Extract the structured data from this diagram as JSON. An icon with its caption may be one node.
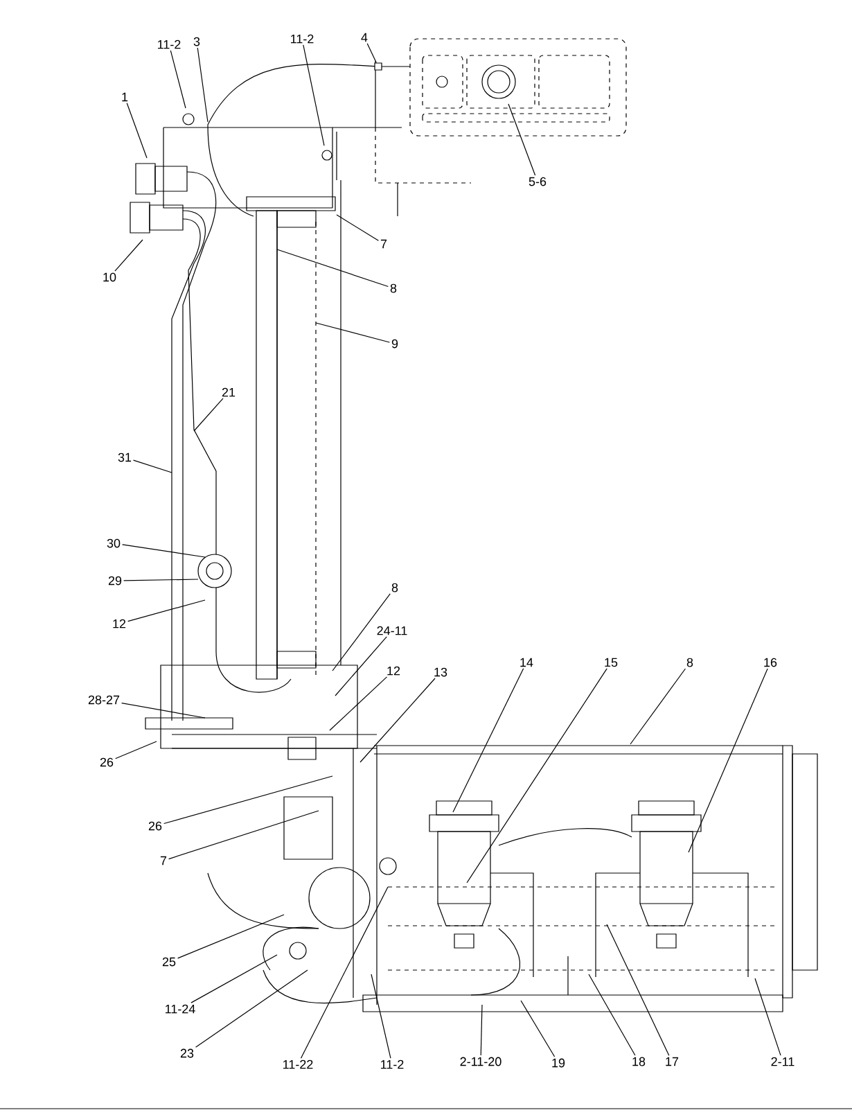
{
  "diagram": {
    "nodes": [
      {
        "text": [
          "11-2"
        ]
      },
      {
        "text": [
          "3"
        ]
      },
      {
        "text": [
          "1"
        ]
      },
      {
        "text": [
          "11-2"
        ]
      },
      {
        "text": [
          "4"
        ]
      },
      {
        "text": [
          "5-6"
        ]
      },
      {
        "text": [
          "7"
        ]
      },
      {
        "text": [
          "10"
        ]
      },
      {
        "text": [
          "8"
        ]
      },
      {
        "text": [
          "9"
        ]
      },
      {
        "text": [
          "21"
        ]
      },
      {
        "text": [
          "31"
        ]
      },
      {
        "text": [
          "30"
        ]
      },
      {
        "text": [
          "29"
        ]
      },
      {
        "text": [
          "12"
        ]
      },
      {
        "text": [
          "8"
        ]
      },
      {
        "text": [
          "24-11"
        ]
      },
      {
        "text": [
          "12"
        ]
      },
      {
        "text": [
          "13"
        ]
      },
      {
        "text": [
          "28-27"
        ]
      },
      {
        "text": [
          "14"
        ]
      },
      {
        "text": [
          "15"
        ]
      },
      {
        "text": [
          "8"
        ]
      },
      {
        "text": [
          "16"
        ]
      },
      {
        "text": [
          "26"
        ]
      },
      {
        "text": [
          "26"
        ]
      },
      {
        "text": [
          "7"
        ]
      },
      {
        "text": [
          "25"
        ]
      },
      {
        "text": [
          "11-24"
        ]
      },
      {
        "text": [
          "23"
        ]
      },
      {
        "text": [
          "11-22"
        ]
      },
      {
        "text": [
          "11-2"
        ]
      },
      {
        "text": [
          "2-11-20"
        ]
      },
      {
        "text": [
          "19"
        ]
      },
      {
        "text": [
          "18"
        ]
      },
      {
        "text": [
          "17"
        ]
      },
      {
        "text": [
          "2-11"
        ]
      },
      {
        "text": [],
        "shape": "box"
      }
    ],
    "edges": [
      {
        "from": 0,
        "to": null,
        "arrow": "none"
      },
      {
        "from": 1,
        "to": null,
        "arrow": "none"
      },
      {
        "from": 2,
        "to": null,
        "arrow": "none"
      },
      {
        "from": 3,
        "to": null,
        "arrow": "none"
      },
      {
        "from": 4,
        "to": 37,
        "arrow": "none"
      },
      {
        "from": 5,
        "to": null,
        "arrow": "none"
      },
      {
        "from": 6,
        "to": null,
        "arrow": "none"
      },
      {
        "from": 7,
        "to": null,
        "arrow": "none"
      },
      {
        "from": 8,
        "to": null,
        "arrow": "none"
      },
      {
        "from": 9,
        "to": null,
        "arrow": "none"
      },
      {
        "from": 10,
        "to": null,
        "arrow": "none"
      },
      {
        "from": 11,
        "to": null,
        "arrow": "none"
      },
      {
        "from": 12,
        "to": null,
        "arrow": "none"
      },
      {
        "from": 13,
        "to": null,
        "arrow": "none"
      },
      {
        "from": 14,
        "to": null,
        "arrow": "none"
      },
      {
        "from": 15,
        "to": null,
        "arrow": "none"
      },
      {
        "from": 16,
        "to": null,
        "arrow": "none"
      },
      {
        "from": 17,
        "to": null,
        "arrow": "none"
      },
      {
        "from": 18,
        "to": null,
        "arrow": "none"
      },
      {
        "from": 19,
        "to": null,
        "arrow": "none"
      },
      {
        "from": 20,
        "to": null,
        "arrow": "none"
      },
      {
        "from": 21,
        "to": null,
        "arrow": "none"
      },
      {
        "from": 22,
        "to": null,
        "arrow": "none"
      },
      {
        "from": 23,
        "to": null,
        "arrow": "none"
      },
      {
        "from": 24,
        "to": null,
        "arrow": "none"
      },
      {
        "from": 25,
        "to": null,
        "arrow": "none"
      },
      {
        "from": 26,
        "to": null,
        "arrow": "none"
      },
      {
        "from": 27,
        "to": null,
        "arrow": "none"
      },
      {
        "from": 28,
        "to": null,
        "arrow": "none"
      },
      {
        "from": 29,
        "to": null,
        "arrow": "none"
      },
      {
        "from": 30,
        "to": null,
        "arrow": "none"
      },
      {
        "from": 31,
        "to": null,
        "arrow": "none"
      },
      {
        "from": 32,
        "to": null,
        "arrow": "none"
      },
      {
        "from": 33,
        "to": null,
        "arrow": "none"
      },
      {
        "from": 34,
        "to": null,
        "arrow": "none"
      },
      {
        "from": 35,
        "to": null,
        "arrow": "none"
      },
      {
        "from": 36,
        "to": null,
        "arrow": "none"
      }
    ]
  }
}
